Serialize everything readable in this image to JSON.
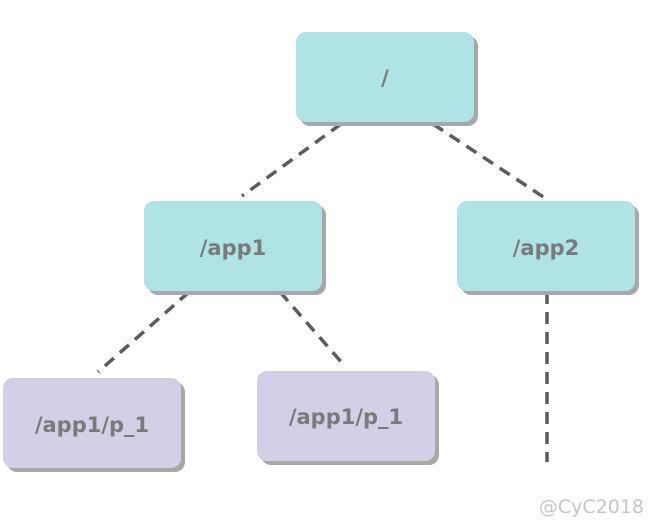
{
  "nodes": {
    "root": {
      "label": "/"
    },
    "app1": {
      "label": "/app1"
    },
    "app2": {
      "label": "/app2"
    },
    "app1_child_a": {
      "label": "/app1/p_1"
    },
    "app1_child_b": {
      "label": "/app1/p_1"
    }
  },
  "watermark": "@CyC2018",
  "colors": {
    "cyan_node": "#b0e3e5",
    "purple_node": "#d2d0e6",
    "node_shadow": "#a8a8a8",
    "edge": "#5c5c5c",
    "label": "#7a7a7a"
  }
}
